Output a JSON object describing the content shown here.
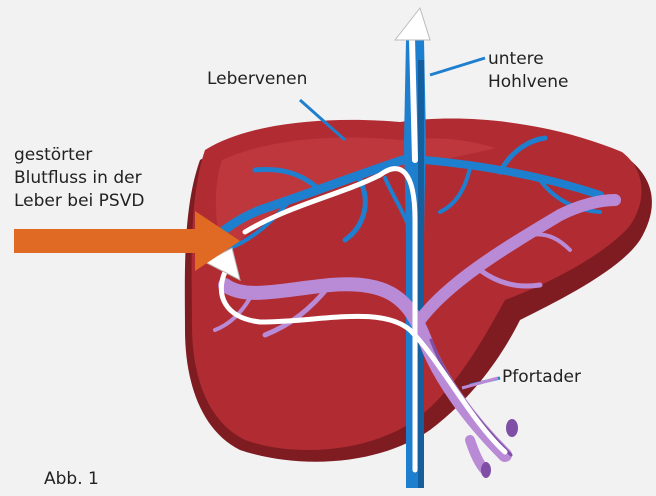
{
  "labels": {
    "hepatic_veins": "Lebervenen",
    "vena_cava": [
      "untere",
      "Hohlvene"
    ],
    "disturbed_flow": [
      "gestörter",
      "Blutfluss in der",
      "Leber bei PSVD"
    ],
    "portal_vein": "Pfortader",
    "figure": "Abb. 1"
  },
  "colors": {
    "background": "#f2f2f2",
    "liver": "#b02c32",
    "liver_highlight": "#c74045",
    "liver_shadow": "#7e1c22",
    "vein_blue": "#1f7fcf",
    "vein_blue_dark": "#155f9e",
    "portal_purple": "#b98ad6",
    "portal_purple_dark": "#7f4fa6",
    "arrow_orange": "#e06a23",
    "flow_white": "#ffffff",
    "leader_line": "#1f7fcf"
  }
}
